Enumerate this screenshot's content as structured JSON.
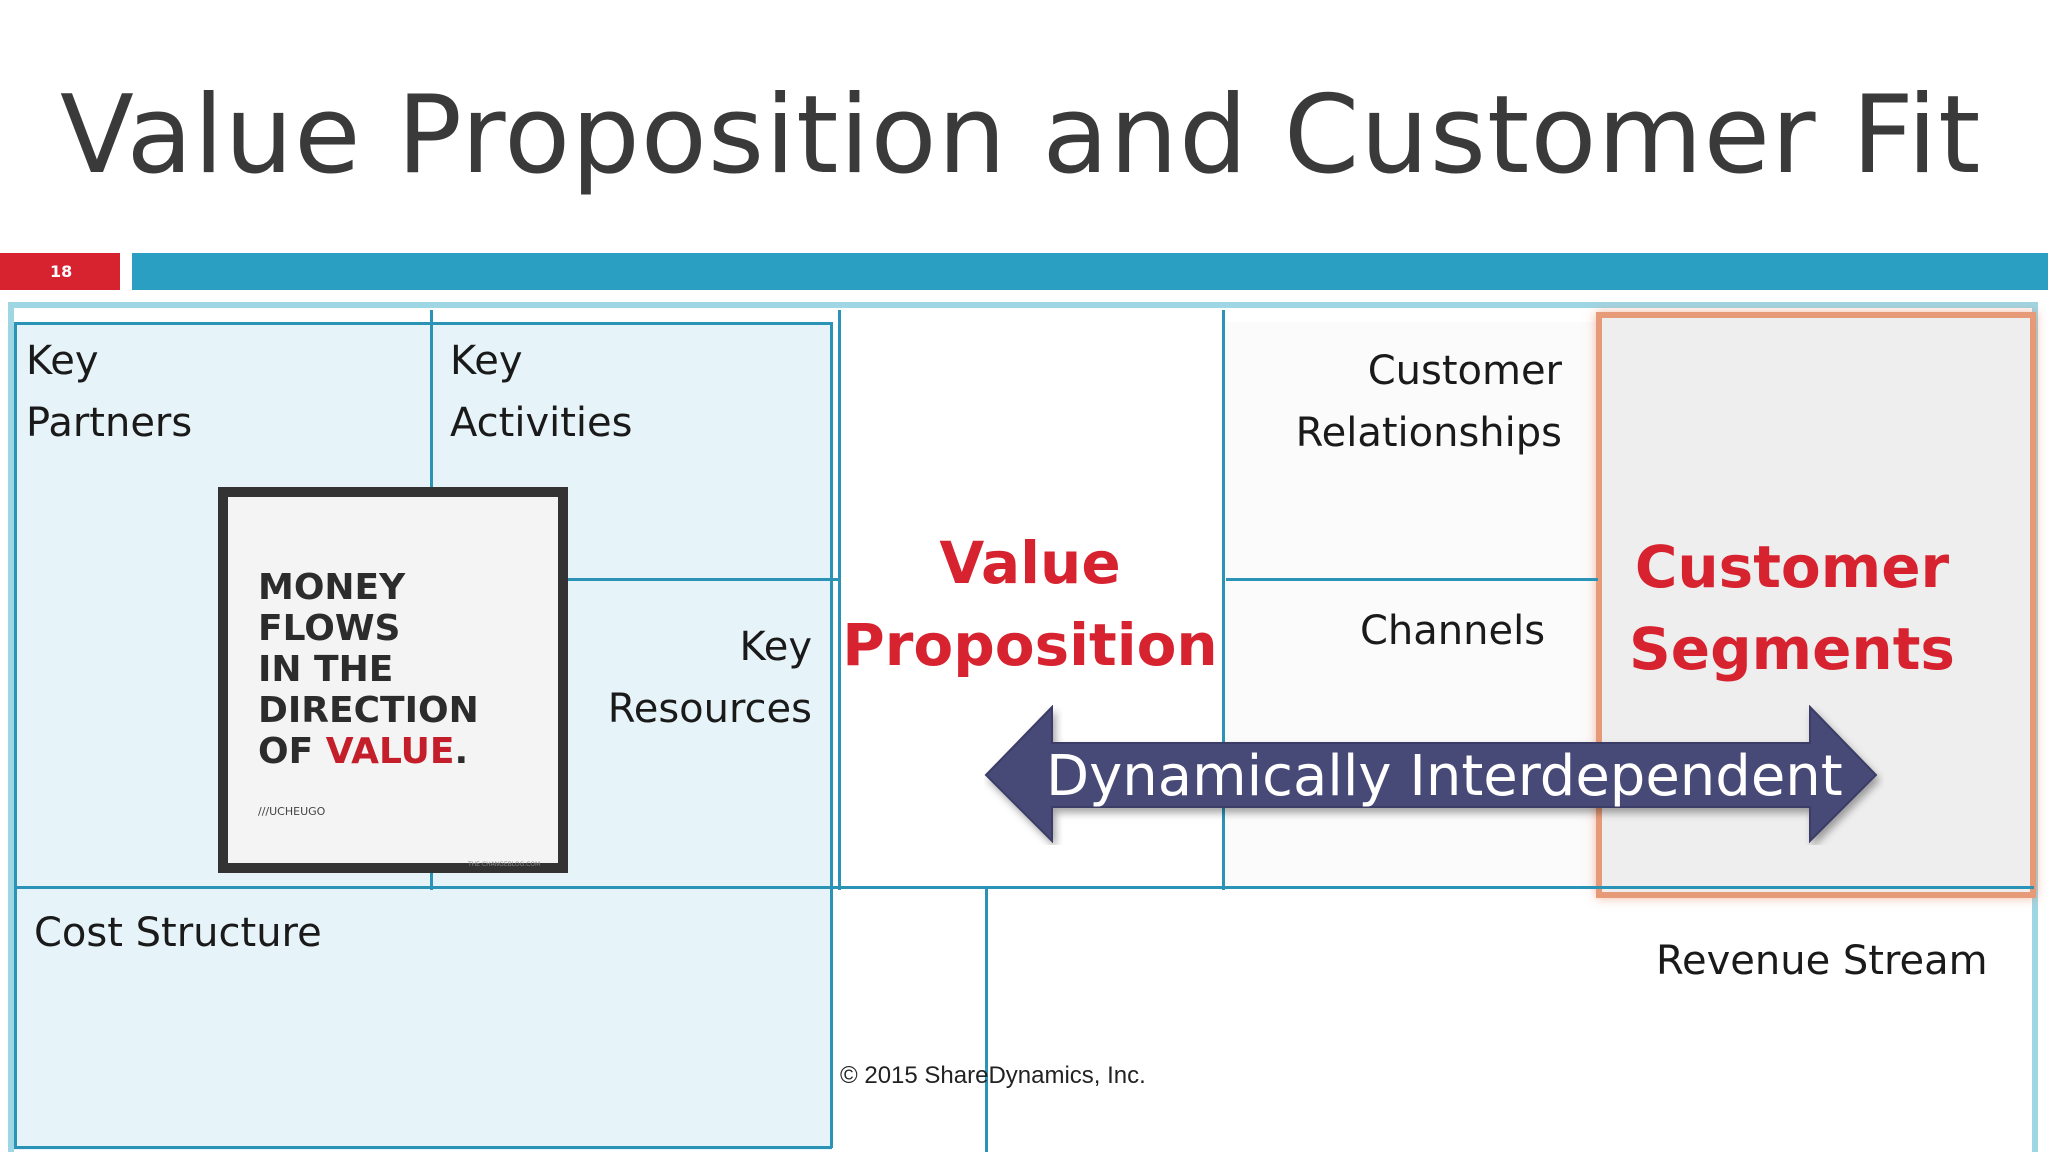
{
  "slide": {
    "title": "Value Proposition and Customer Fit",
    "page_number": "18"
  },
  "canvas": {
    "key_partners": [
      "Key",
      "Partners"
    ],
    "key_activities": [
      "Key",
      "Activities"
    ],
    "key_resources": [
      "Key",
      "Resources"
    ],
    "value_proposition": [
      "Value",
      "Proposition"
    ],
    "customer_relationships": [
      "Customer",
      "Relationships"
    ],
    "channels": "Channels",
    "customer_segments": [
      "Customer",
      "Segments"
    ],
    "cost_structure": "Cost Structure",
    "revenue_stream": "Revenue Stream"
  },
  "poster": {
    "lines_dark": "MONEY\nFLOWS\nIN THE\nDIRECTION\nOF ",
    "highlight": "VALUE",
    "period": ".",
    "author": "///UCHEUGO",
    "credit": "THE CHANGEBLOG.COM"
  },
  "arrow": {
    "label": "Dynamically Interdependent"
  },
  "footer": {
    "copyright": "© 2015 ShareDynamics, Inc."
  },
  "colors": {
    "accent_red": "#d6232f",
    "rule_blue": "#2a9fc1",
    "grid_line": "#2b93b5",
    "arrow_fill": "#474a77"
  }
}
